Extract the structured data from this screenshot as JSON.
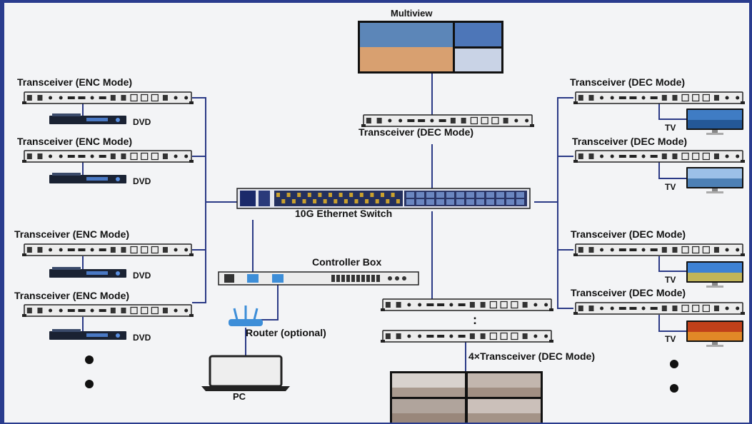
{
  "labels": {
    "multiview": "Multiview",
    "enc_transceiver": "Transceiver (ENC Mode)",
    "dec_transceiver": "Transceiver (DEC Mode)",
    "dvd": "DVD",
    "tv": "TV",
    "switch": "10G Ethernet Switch",
    "controller_box": "Controller Box",
    "router": "Router (optional)",
    "pc": "PC",
    "video_wall_transceivers": "4×Transceiver (DEC Mode)",
    "vertical_ellipsis": ":"
  },
  "colors": {
    "frame": "#2a3c8e",
    "background": "#f3f4f6",
    "connector_line": "#2b3a86",
    "device_body": "#e6e6e6",
    "switch_ports": "#caa12e",
    "router_blue": "#3d8ed8"
  },
  "icons": [
    "transceiver-device",
    "dvd-player",
    "tv-monitor",
    "ethernet-switch",
    "controller-box",
    "wifi-router",
    "laptop-pc",
    "video-wall"
  ]
}
